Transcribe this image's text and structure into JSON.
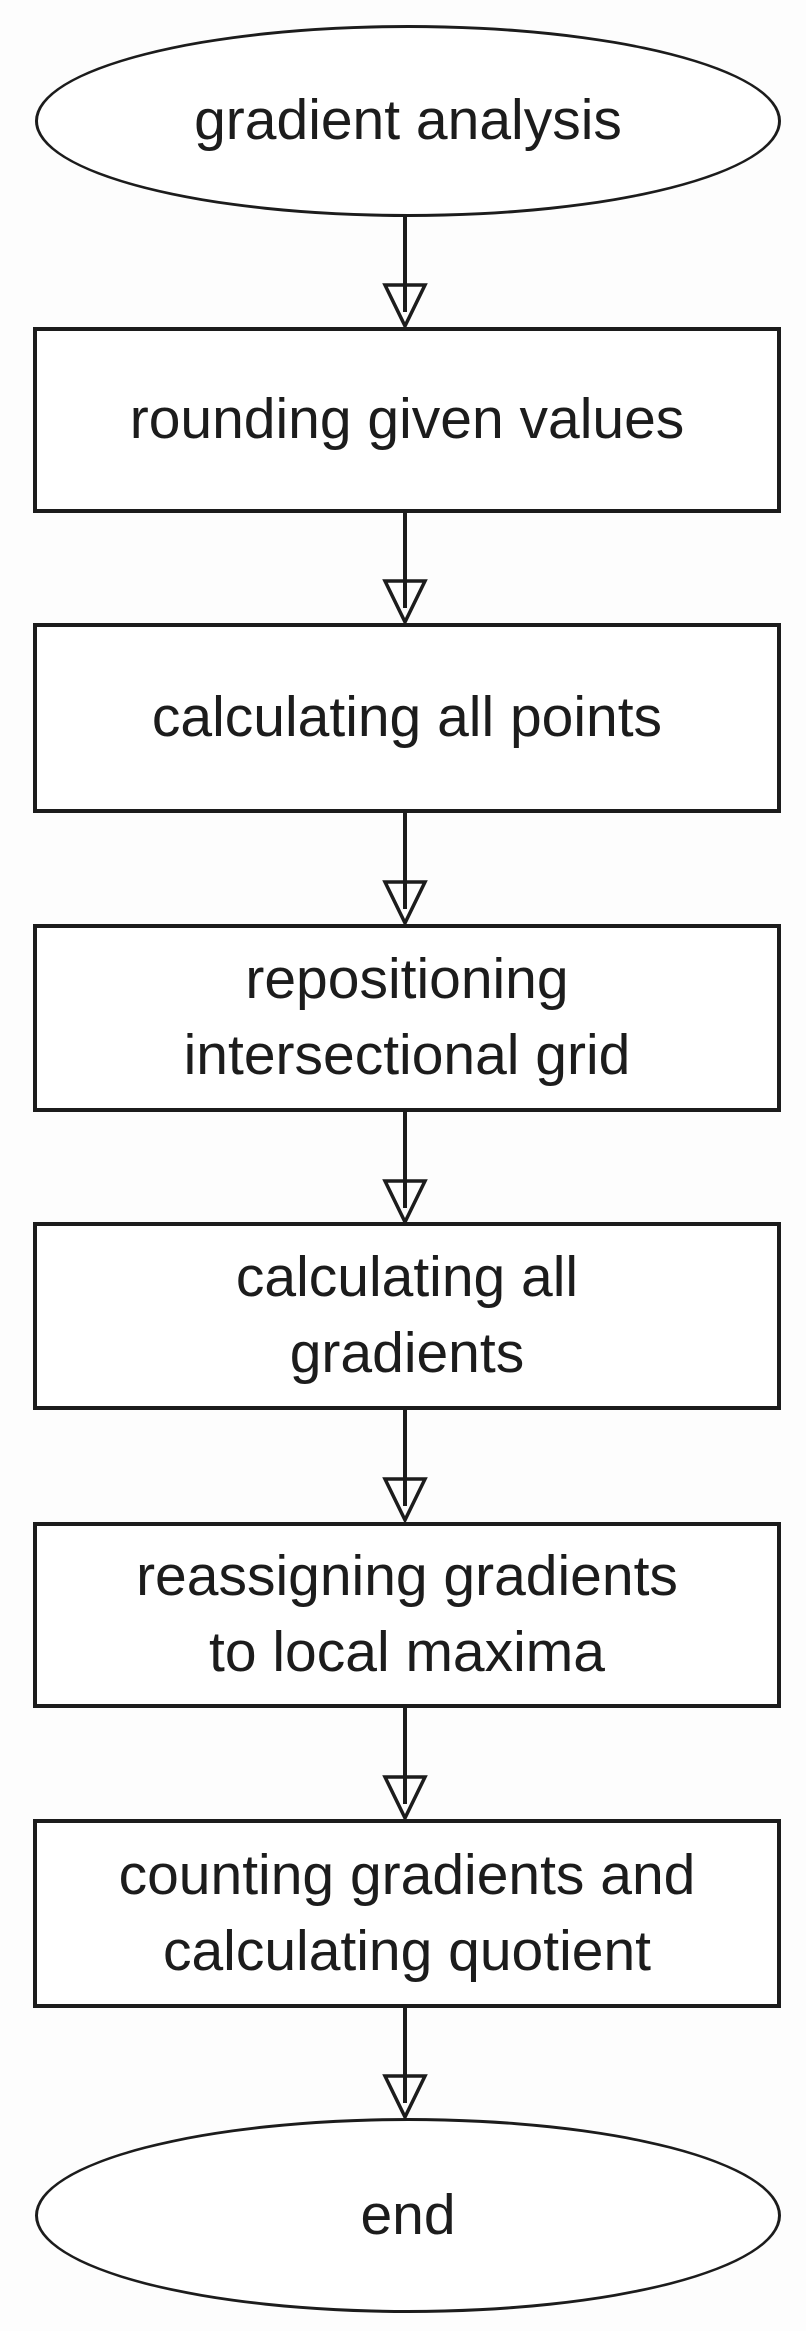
{
  "diagram": {
    "type": "flowchart",
    "orientation": "top-to-bottom",
    "background_color": "#fdfdfd",
    "node_fill_color": "#ffffff",
    "stroke_color": "#1c1c1c",
    "text_color": "#1c1c1c",
    "arrowhead_style": "open-triangle",
    "nodes": [
      {
        "id": "start",
        "shape": "ellipse",
        "label": "gradient analysis"
      },
      {
        "id": "rounding",
        "shape": "process",
        "label": "rounding given values"
      },
      {
        "id": "points",
        "shape": "process",
        "label": "calculating all points"
      },
      {
        "id": "grid",
        "shape": "process",
        "label": "repositioning\nintersectional grid"
      },
      {
        "id": "gradients",
        "shape": "process",
        "label": "calculating all\ngradients"
      },
      {
        "id": "maxima",
        "shape": "process",
        "label": "reassigning gradients\nto local maxima"
      },
      {
        "id": "quotient",
        "shape": "process",
        "label": "counting gradients and\ncalculating quotient"
      },
      {
        "id": "end",
        "shape": "ellipse",
        "label": "end"
      }
    ],
    "edges": [
      {
        "from": "start",
        "to": "rounding"
      },
      {
        "from": "rounding",
        "to": "points"
      },
      {
        "from": "points",
        "to": "grid"
      },
      {
        "from": "grid",
        "to": "gradients"
      },
      {
        "from": "gradients",
        "to": "maxima"
      },
      {
        "from": "maxima",
        "to": "quotient"
      },
      {
        "from": "quotient",
        "to": "end"
      }
    ]
  }
}
